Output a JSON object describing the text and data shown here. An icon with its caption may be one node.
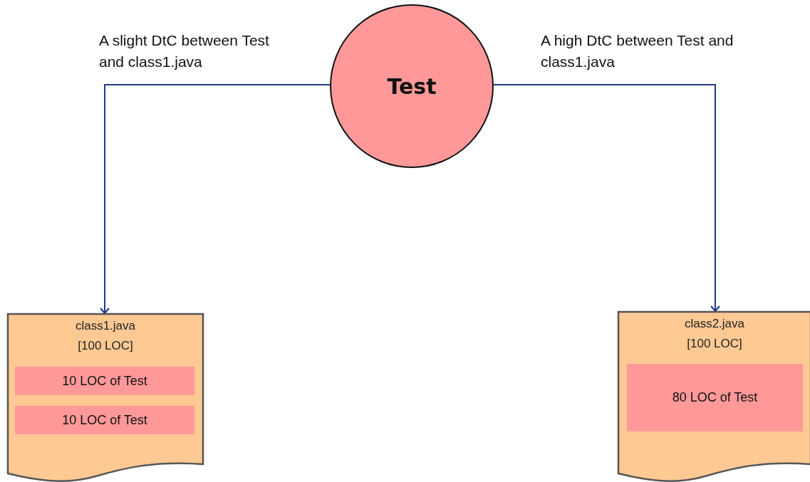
{
  "diagram": {
    "nodes": [
      {
        "text": [
          "Test"
        ]
      },
      {
        "text": [
          "class1.java",
          "[100 LOC]"
        ]
      },
      {
        "text": [
          "10 LOC of Test"
        ],
        "in": 1
      },
      {
        "text": [
          "10 LOC of Test"
        ],
        "in": 1
      },
      {
        "text": [
          "class2.java",
          "[100 LOC]"
        ]
      },
      {
        "text": [
          "80 LOC of Test"
        ],
        "in": 4
      }
    ],
    "edges": [
      {
        "from": 0,
        "to": 1,
        "arrow": "to",
        "label": "A slight DtC between Test and class1.java"
      },
      {
        "from": 0,
        "to": 4,
        "arrow": "to",
        "label": "A high DtC between Test and class1.java"
      }
    ]
  }
}
